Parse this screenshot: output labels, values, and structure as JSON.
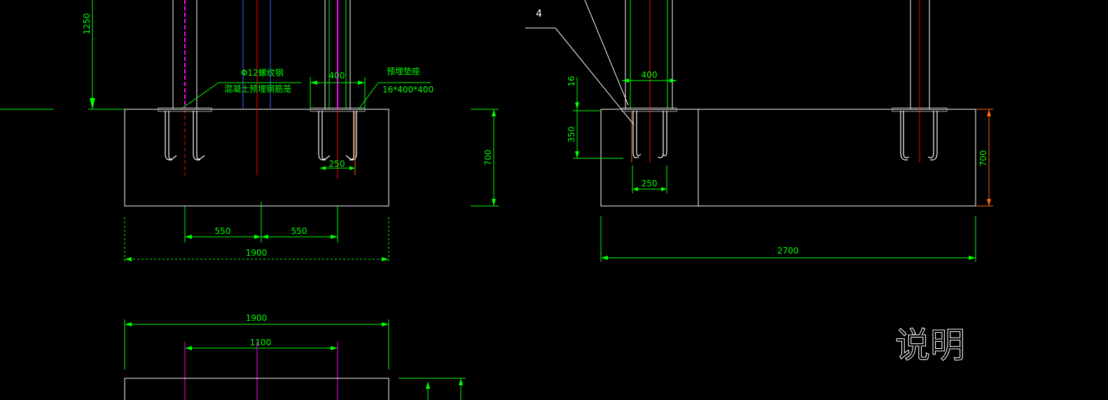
{
  "colors": {
    "background": "#000000",
    "outline": "#ffffff",
    "dimension": "#00ff00",
    "centerline": "#ff0000",
    "magenta": "#ff00ff",
    "blue": "#3b6cff",
    "orange": "#ff6a00"
  },
  "left_elevation": {
    "height_dim": "1250",
    "callout_bar": "Φ12螺纹钢",
    "callout_concrete": "混凝土预埋钢筋笼",
    "callout_plate": "预埋垫座",
    "plate_spec": "16*400*400",
    "plate_width": "400",
    "bolt_spacing": "250",
    "depth_dim": "700",
    "half_left": "550",
    "half_right": "550",
    "overall_width": "1900"
  },
  "right_elevation": {
    "leader_number": "4",
    "plate_width": "400",
    "plate_thickness": "16",
    "embed_depth": "350",
    "bolt_spacing": "250",
    "depth_dim": "700",
    "overall_width": "2700"
  },
  "plan_view": {
    "overall_width": "1900",
    "inner_width": "1100"
  },
  "notes": {
    "title": "说明"
  }
}
